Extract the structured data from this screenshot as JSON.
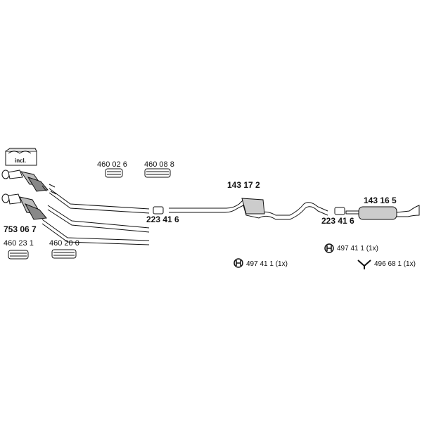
{
  "parts": {
    "kit_label": "incl.",
    "p1": "460 02 6",
    "p2": "460 08 8",
    "p3": "753 06 7",
    "p4": "460 23 1",
    "p5": "460 20 0",
    "p6": "223 41 6",
    "p7": "143 17 2",
    "p8": "223 41 6",
    "p9": "143 16 5",
    "p10": "497 41 1 (1x)",
    "p11": "497 41 1 (1x)",
    "p12": "496 68 1 (1x)"
  },
  "icons": [
    "kit-box-icon",
    "clamp-icon",
    "rubber-mount-icon",
    "y-hanger-icon"
  ]
}
